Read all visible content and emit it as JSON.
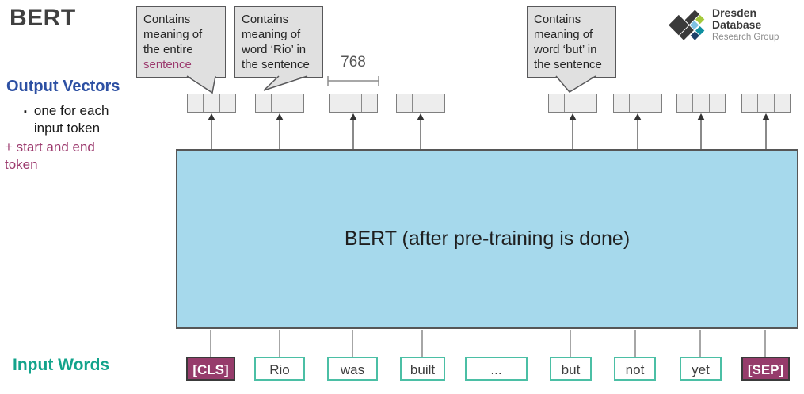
{
  "title": "BERT",
  "logo": {
    "name_line1": "Dresden",
    "name_line2": "Database",
    "subtitle": "Research Group"
  },
  "left_panel": {
    "output_vectors_heading": "Output Vectors",
    "output_vectors_bullet": "one for each input token",
    "output_vectors_note": "+ start and end token",
    "input_words_heading": "Input Words"
  },
  "callouts": [
    {
      "text": "Contains meaning of the entire",
      "highlight": "sentence"
    },
    {
      "text": "Contains meaning of word ‘Rio’ in the sentence",
      "highlight": ""
    },
    {
      "text": "Contains meaning of word ‘but’ in the sentence",
      "highlight": ""
    }
  ],
  "dimension_label": "768",
  "bert_box_label": "BERT (after pre-training is done)",
  "input_tokens": [
    {
      "label": "[CLS]",
      "type": "special"
    },
    {
      "label": "Rio",
      "type": "word"
    },
    {
      "label": "was",
      "type": "word"
    },
    {
      "label": "built",
      "type": "word"
    },
    {
      "label": "...",
      "type": "word"
    },
    {
      "label": "but",
      "type": "word"
    },
    {
      "label": "not",
      "type": "word"
    },
    {
      "label": "yet",
      "type": "word"
    },
    {
      "label": "[SEP]",
      "type": "special"
    }
  ],
  "output_vectors": {
    "count": 8,
    "cells_per_vector": 3
  },
  "colors": {
    "accent-blue": "#2d50a3",
    "accent-purple": "#9c3a6e",
    "accent-teal": "#12a38b",
    "special-token-bg": "#963c6b",
    "word-border": "#4bbfa5",
    "bert-box-fill": "#a6d9ec",
    "bubble-fill": "#e0e0e0",
    "bubble-border": "#58585a",
    "logo-green": "#a4c93c",
    "logo-lightblue": "#7fc2e4",
    "logo-teal": "#0f8fa0",
    "logo-navy": "#1d3f68",
    "logo-dark": "#3a3a3a"
  }
}
